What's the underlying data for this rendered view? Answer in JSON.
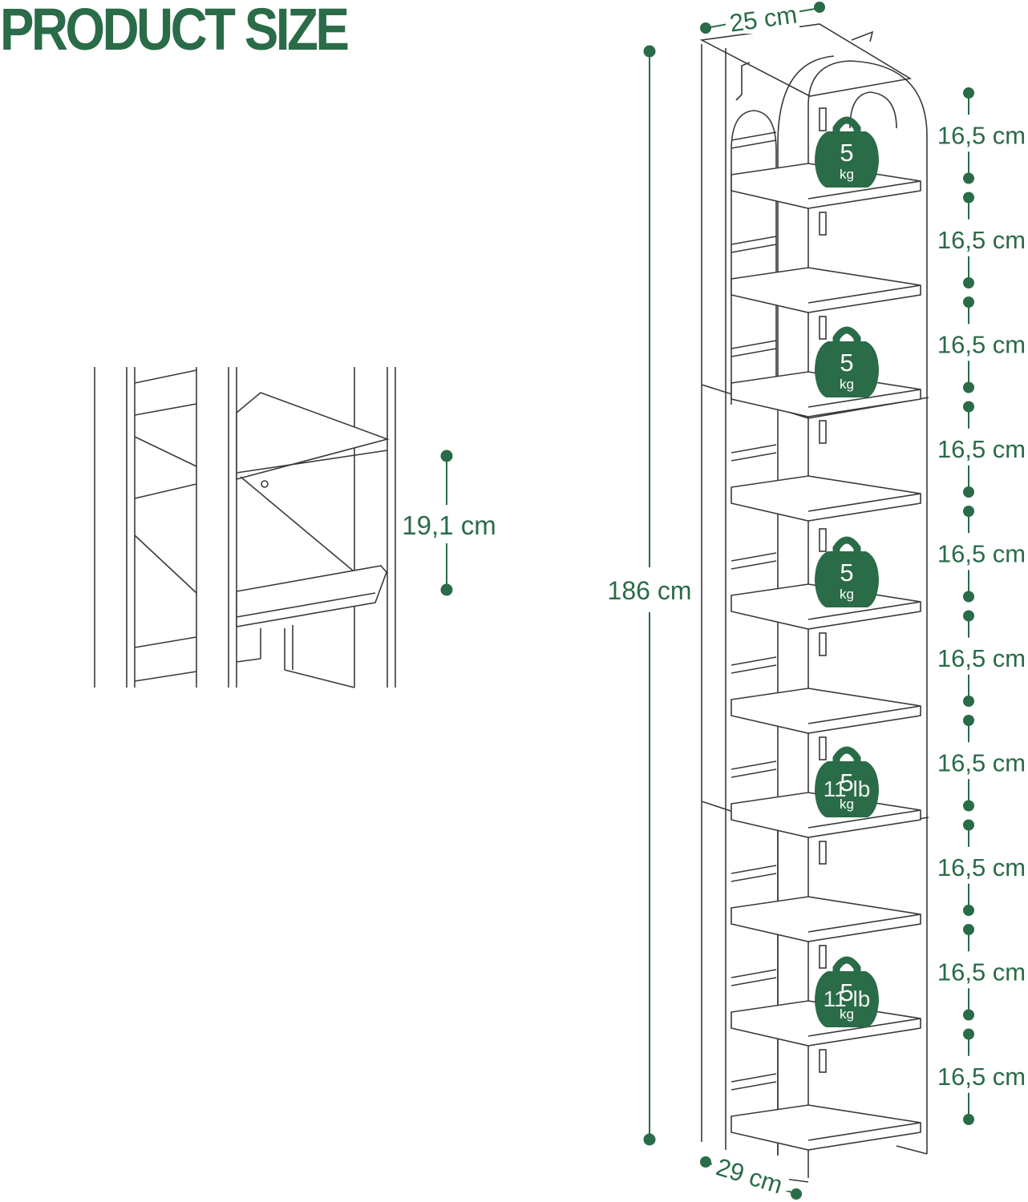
{
  "page": {
    "title": "PRODUCT SIZE"
  },
  "colors": {
    "accent": "#2a6b48",
    "line": "#3a3a3a",
    "background": "#ffffff"
  },
  "dimensions": {
    "width_top": "25 cm",
    "depth_bottom": "29 cm",
    "total_height": "186 cm",
    "detail_gap": "19,1 cm",
    "compartments": [
      "16,5 cm",
      "16,5 cm",
      "16,5 cm",
      "16,5 cm",
      "16,5 cm",
      "16,5 cm",
      "16,5 cm",
      "16,5 cm",
      "16,5 cm",
      "16,5 cm"
    ]
  },
  "load_badges": [
    {
      "value": "5",
      "unit": "kg",
      "extra": ""
    },
    {
      "value": "5",
      "unit": "kg",
      "extra": ""
    },
    {
      "value": "5",
      "unit": "kg",
      "extra": ""
    },
    {
      "value": "5",
      "unit": "kg",
      "extra": "11 lb"
    },
    {
      "value": "5",
      "unit": "kg",
      "extra": "11 lb"
    }
  ]
}
